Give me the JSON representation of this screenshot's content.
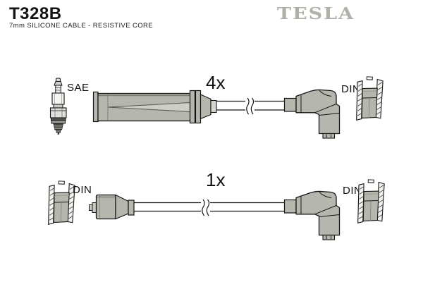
{
  "header": {
    "part_number": "T328B",
    "subtitle": "7mm SILICONE CABLE - RESISTIVE CORE",
    "brand": "TESLA"
  },
  "top_assembly": {
    "quantity": "4x",
    "left_connector_label": "SAE",
    "right_connector_label": "DIN",
    "left_end_type": "straight spark-plug boot",
    "right_end_type": "90-degree distributor boot"
  },
  "bottom_assembly": {
    "quantity": "1x",
    "left_connector_label": "DIN",
    "right_connector_label": "DIN",
    "left_end_type": "straight coil boot",
    "right_end_type": "90-degree distributor boot"
  },
  "icons": {
    "spark_plug": "spark-plug-icon",
    "din_socket_section": "din-socket-cross-section-icon",
    "cable_break": "cable-break-mark"
  },
  "colors": {
    "boot_gray": "#b5b7af",
    "boot_highlight": "#cdcfc7",
    "outline": "#151515",
    "brand_gray": "#b0b0a8"
  }
}
